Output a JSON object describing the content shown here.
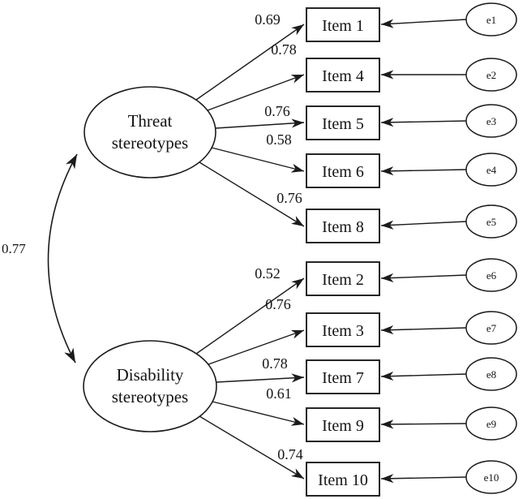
{
  "diagram": {
    "type": "confirmatory-factor-analysis-path-diagram",
    "correlation": {
      "value": "0.77"
    },
    "factors": [
      {
        "name": "threat-stereotypes",
        "lines": [
          "Threat",
          "stereotypes"
        ]
      },
      {
        "name": "disability-stereotypes",
        "lines": [
          "Disability",
          "stereotypes"
        ]
      }
    ],
    "items": [
      {
        "label": "Item 1",
        "loading": "0.69",
        "error": "e1",
        "factor": "Threat stereotypes"
      },
      {
        "label": "Item 4",
        "loading": "0.78",
        "error": "e2",
        "factor": "Threat stereotypes"
      },
      {
        "label": "Item 5",
        "loading": "0.76",
        "error": "e3",
        "factor": "Threat stereotypes"
      },
      {
        "label": "Item 6",
        "loading": "0.58",
        "error": "e4",
        "factor": "Threat stereotypes"
      },
      {
        "label": "Item 8",
        "loading": "0.76",
        "error": "e5",
        "factor": "Threat stereotypes"
      },
      {
        "label": "Item 2",
        "loading": "0.52",
        "error": "e6",
        "factor": "Disability stereotypes"
      },
      {
        "label": "Item 3",
        "loading": "0.76",
        "error": "e7",
        "factor": "Disability stereotypes"
      },
      {
        "label": "Item 7",
        "loading": "0.78",
        "error": "e8",
        "factor": "Disability stereotypes"
      },
      {
        "label": "Item 9",
        "loading": "0.61",
        "error": "e9",
        "factor": "Disability stereotypes"
      },
      {
        "label": "Item 10",
        "loading": "0.74",
        "error": "e10",
        "factor": "Disability stereotypes"
      }
    ]
  }
}
